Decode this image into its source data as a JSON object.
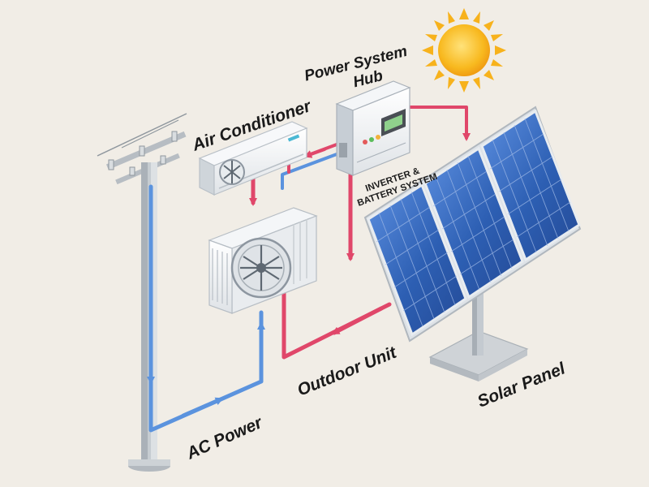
{
  "labels": {
    "power_system_hub": [
      "Power System",
      "Hub"
    ],
    "air_conditioner": "Air Conditioner",
    "inverter_battery": [
      "INVERTER &",
      "BATTERY SYSTEM"
    ],
    "outdoor_unit": "Outdoor Unit",
    "solar_panel": "Solar Panel",
    "ac_power": "AC Power"
  },
  "colors": {
    "background": "#f1ede6",
    "flow_blue": "#5b93de",
    "flow_red": "#e0476a",
    "panel_blue": "#2d5fb3",
    "sun": "#f7b21c"
  },
  "components": [
    {
      "name": "sun",
      "icon": "sun-icon"
    },
    {
      "name": "utility-pole",
      "icon": "utility-pole-icon"
    },
    {
      "name": "air-conditioner-indoor-unit",
      "icon": "air-conditioner-icon"
    },
    {
      "name": "outdoor-unit",
      "icon": "outdoor-unit-icon"
    },
    {
      "name": "power-system-hub",
      "icon": "inverter-icon"
    },
    {
      "name": "solar-panel-array",
      "icon": "solar-panel-icon"
    }
  ]
}
